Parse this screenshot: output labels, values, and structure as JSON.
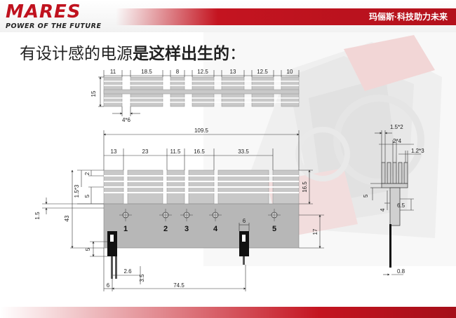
{
  "brand": {
    "logo": "MARES",
    "tagline": "POWER OF THE FUTURE",
    "slogan": "玛俪斯·科技助力未来"
  },
  "title": {
    "prefix": "有设计感的电源",
    "emphasis": "是这样出生的",
    "suffix": "："
  },
  "colors": {
    "brand_red": "#c41420",
    "dim_line": "#333333",
    "fin_fill": "#c8c8c8",
    "base_fill": "#b7b7b7"
  },
  "top_view": {
    "widths": [
      "11",
      "18.5",
      "8",
      "12.5",
      "13",
      "12.5",
      "10"
    ],
    "height": "15",
    "gap": "4*6"
  },
  "front_view": {
    "total_width": "109.5",
    "segments": [
      "13",
      "23",
      "11.5",
      "16.5",
      "33.5"
    ],
    "left_dims": [
      "2",
      "1.5*3",
      "5",
      "43",
      "1.5"
    ],
    "right_dims": [
      "16.5",
      "17"
    ],
    "hole_labels": [
      "1",
      "2",
      "3",
      "4",
      "5"
    ],
    "pin_width": "6",
    "bottom_dims": [
      "5",
      "2.6",
      "3.5",
      "6",
      "74.5"
    ]
  },
  "side_view": {
    "dims": [
      "1.5*2",
      "2*4",
      "1.2*3",
      "5",
      "6.5",
      "4",
      "0.8"
    ]
  }
}
